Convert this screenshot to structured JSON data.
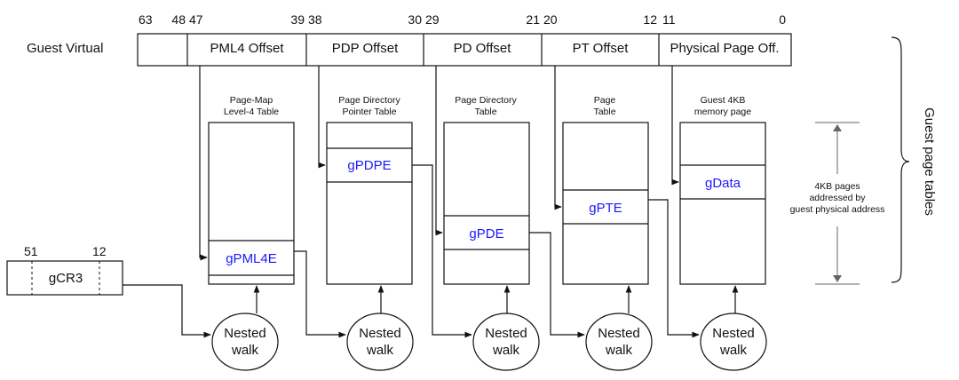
{
  "address": {
    "label": "Guest Virtual",
    "bits": [
      "63",
      "48",
      "47",
      "39",
      "38",
      "30",
      "29",
      "21",
      "20",
      "12",
      "11",
      "0"
    ],
    "fields": [
      "PML4 Offset",
      "PDP Offset",
      "PD Offset",
      "PT Offset",
      "Physical Page Off."
    ]
  },
  "tables": [
    {
      "title": "Page-Map\nLevel-4 Table",
      "entry": "gPML4E"
    },
    {
      "title": "Page Directory\nPointer Table",
      "entry": "gPDPE"
    },
    {
      "title": "Page Directory\nTable",
      "entry": "gPDE"
    },
    {
      "title": "Page\nTable",
      "entry": "gPTE"
    },
    {
      "title": "Guest 4KB\nmemory page",
      "entry": "gData"
    }
  ],
  "cr3": {
    "label": "gCR3",
    "bit_high": "51",
    "bit_low": "12"
  },
  "nested_walk": "Nested\nwalk",
  "side_note": "4KB pages\naddressed by\nguest physical address",
  "brace_label": "Guest page tables",
  "colors": {
    "entry_text": "#1a1aff",
    "line": "#111111"
  }
}
